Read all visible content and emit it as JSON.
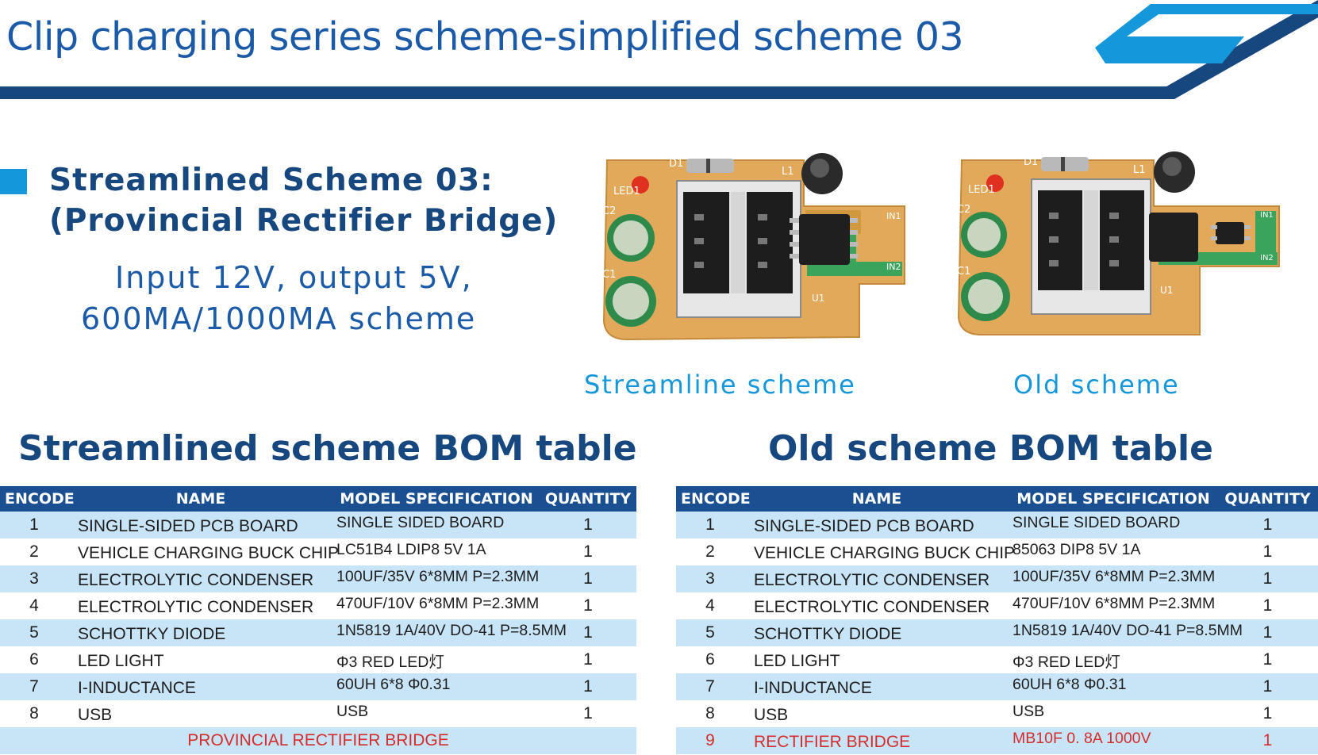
{
  "header": {
    "title": "Clip charging series scheme-simplified scheme 03"
  },
  "intro": {
    "heading_line1": "Streamlined Scheme 03:",
    "heading_line2": "(Provincial Rectifier Bridge)",
    "subtitle_line1": "Input 12V, output 5V,",
    "subtitle_line2": "600MA/1000MA scheme"
  },
  "boards": {
    "silkscreen": {
      "d1": "D1",
      "led1": "LED1",
      "l1": "L1",
      "c2": "C2",
      "c1": "C1",
      "in1": "IN1",
      "in2": "IN2",
      "u1": "U1"
    },
    "streamline_caption": "Streamline scheme",
    "old_caption": "Old scheme"
  },
  "columns": {
    "encode": "ENCODE",
    "name": "NAME",
    "spec": "MODEL SPECIFICATION",
    "qty": "QUANTITY"
  },
  "streamlined_bom": {
    "title": "Streamlined scheme BOM table",
    "rows": [
      {
        "encode": "1",
        "name": "SINGLE-SIDED PCB BOARD",
        "spec": "SINGLE SIDED BOARD",
        "qty": "1"
      },
      {
        "encode": "2",
        "name": "VEHICLE CHARGING BUCK CHIP",
        "spec": "LC51B4   LDIP8   5V   1A",
        "qty": "1"
      },
      {
        "encode": "3",
        "name": "ELECTROLYTIC CONDENSER",
        "spec": "100UF/35V 6*8MM  P=2.3MM",
        "qty": "1"
      },
      {
        "encode": "4",
        "name": "ELECTROLYTIC CONDENSER",
        "spec": "470UF/10V 6*8MM  P=2.3MM",
        "qty": "1"
      },
      {
        "encode": "5",
        "name": "SCHOTTKY DIODE",
        "spec": "1N5819  1A/40V  DO-41  P=8.5MM",
        "qty": "1"
      },
      {
        "encode": "6",
        "name": "LED LIGHT",
        "spec": "Φ3 RED    LED灯",
        "qty": "1"
      },
      {
        "encode": "7",
        "name": "I-INDUCTANCE",
        "spec": "60UH   6*8   Φ0.31",
        "qty": "1"
      },
      {
        "encode": "8",
        "name": "USB",
        "spec": "USB",
        "qty": "1"
      }
    ],
    "removed_note": "PROVINCIAL RECTIFIER BRIDGE"
  },
  "old_bom": {
    "title": "Old scheme BOM table",
    "rows": [
      {
        "encode": "1",
        "name": "SINGLE-SIDED PCB BOARD",
        "spec": "SINGLE SIDED BOARD",
        "qty": "1"
      },
      {
        "encode": "2",
        "name": "VEHICLE CHARGING BUCK CHIP",
        "spec": "85063    DIP8   5V   1A",
        "qty": "1"
      },
      {
        "encode": "3",
        "name": "ELECTROLYTIC CONDENSER",
        "spec": "100UF/35V 6*8MM  P=2.3MM",
        "qty": "1"
      },
      {
        "encode": "4",
        "name": "ELECTROLYTIC CONDENSER",
        "spec": "470UF/10V 6*8MM  P=2.3MM",
        "qty": "1"
      },
      {
        "encode": "5",
        "name": "SCHOTTKY DIODE",
        "spec": "1N5819  1A/40V  DO-41  P=8.5MM",
        "qty": "1"
      },
      {
        "encode": "6",
        "name": "LED LIGHT",
        "spec": "Φ3 RED    LED灯",
        "qty": "1"
      },
      {
        "encode": "7",
        "name": "I-INDUCTANCE",
        "spec": "60UH   6*8   Φ0.31",
        "qty": "1"
      },
      {
        "encode": "8",
        "name": "USB",
        "spec": "USB",
        "qty": "1"
      },
      {
        "encode": "9",
        "name": "RECTIFIER BRIDGE",
        "spec": "MB10F   0. 8A    1000V",
        "qty": "1"
      }
    ]
  },
  "colors": {
    "title_blue": "#1a5aa8",
    "heading_navy": "#17477f",
    "accent_blue": "#1597db",
    "table_header": "#1a4f92",
    "row_tint": "#c8e4f7",
    "highlight_red": "#d62c2c"
  }
}
